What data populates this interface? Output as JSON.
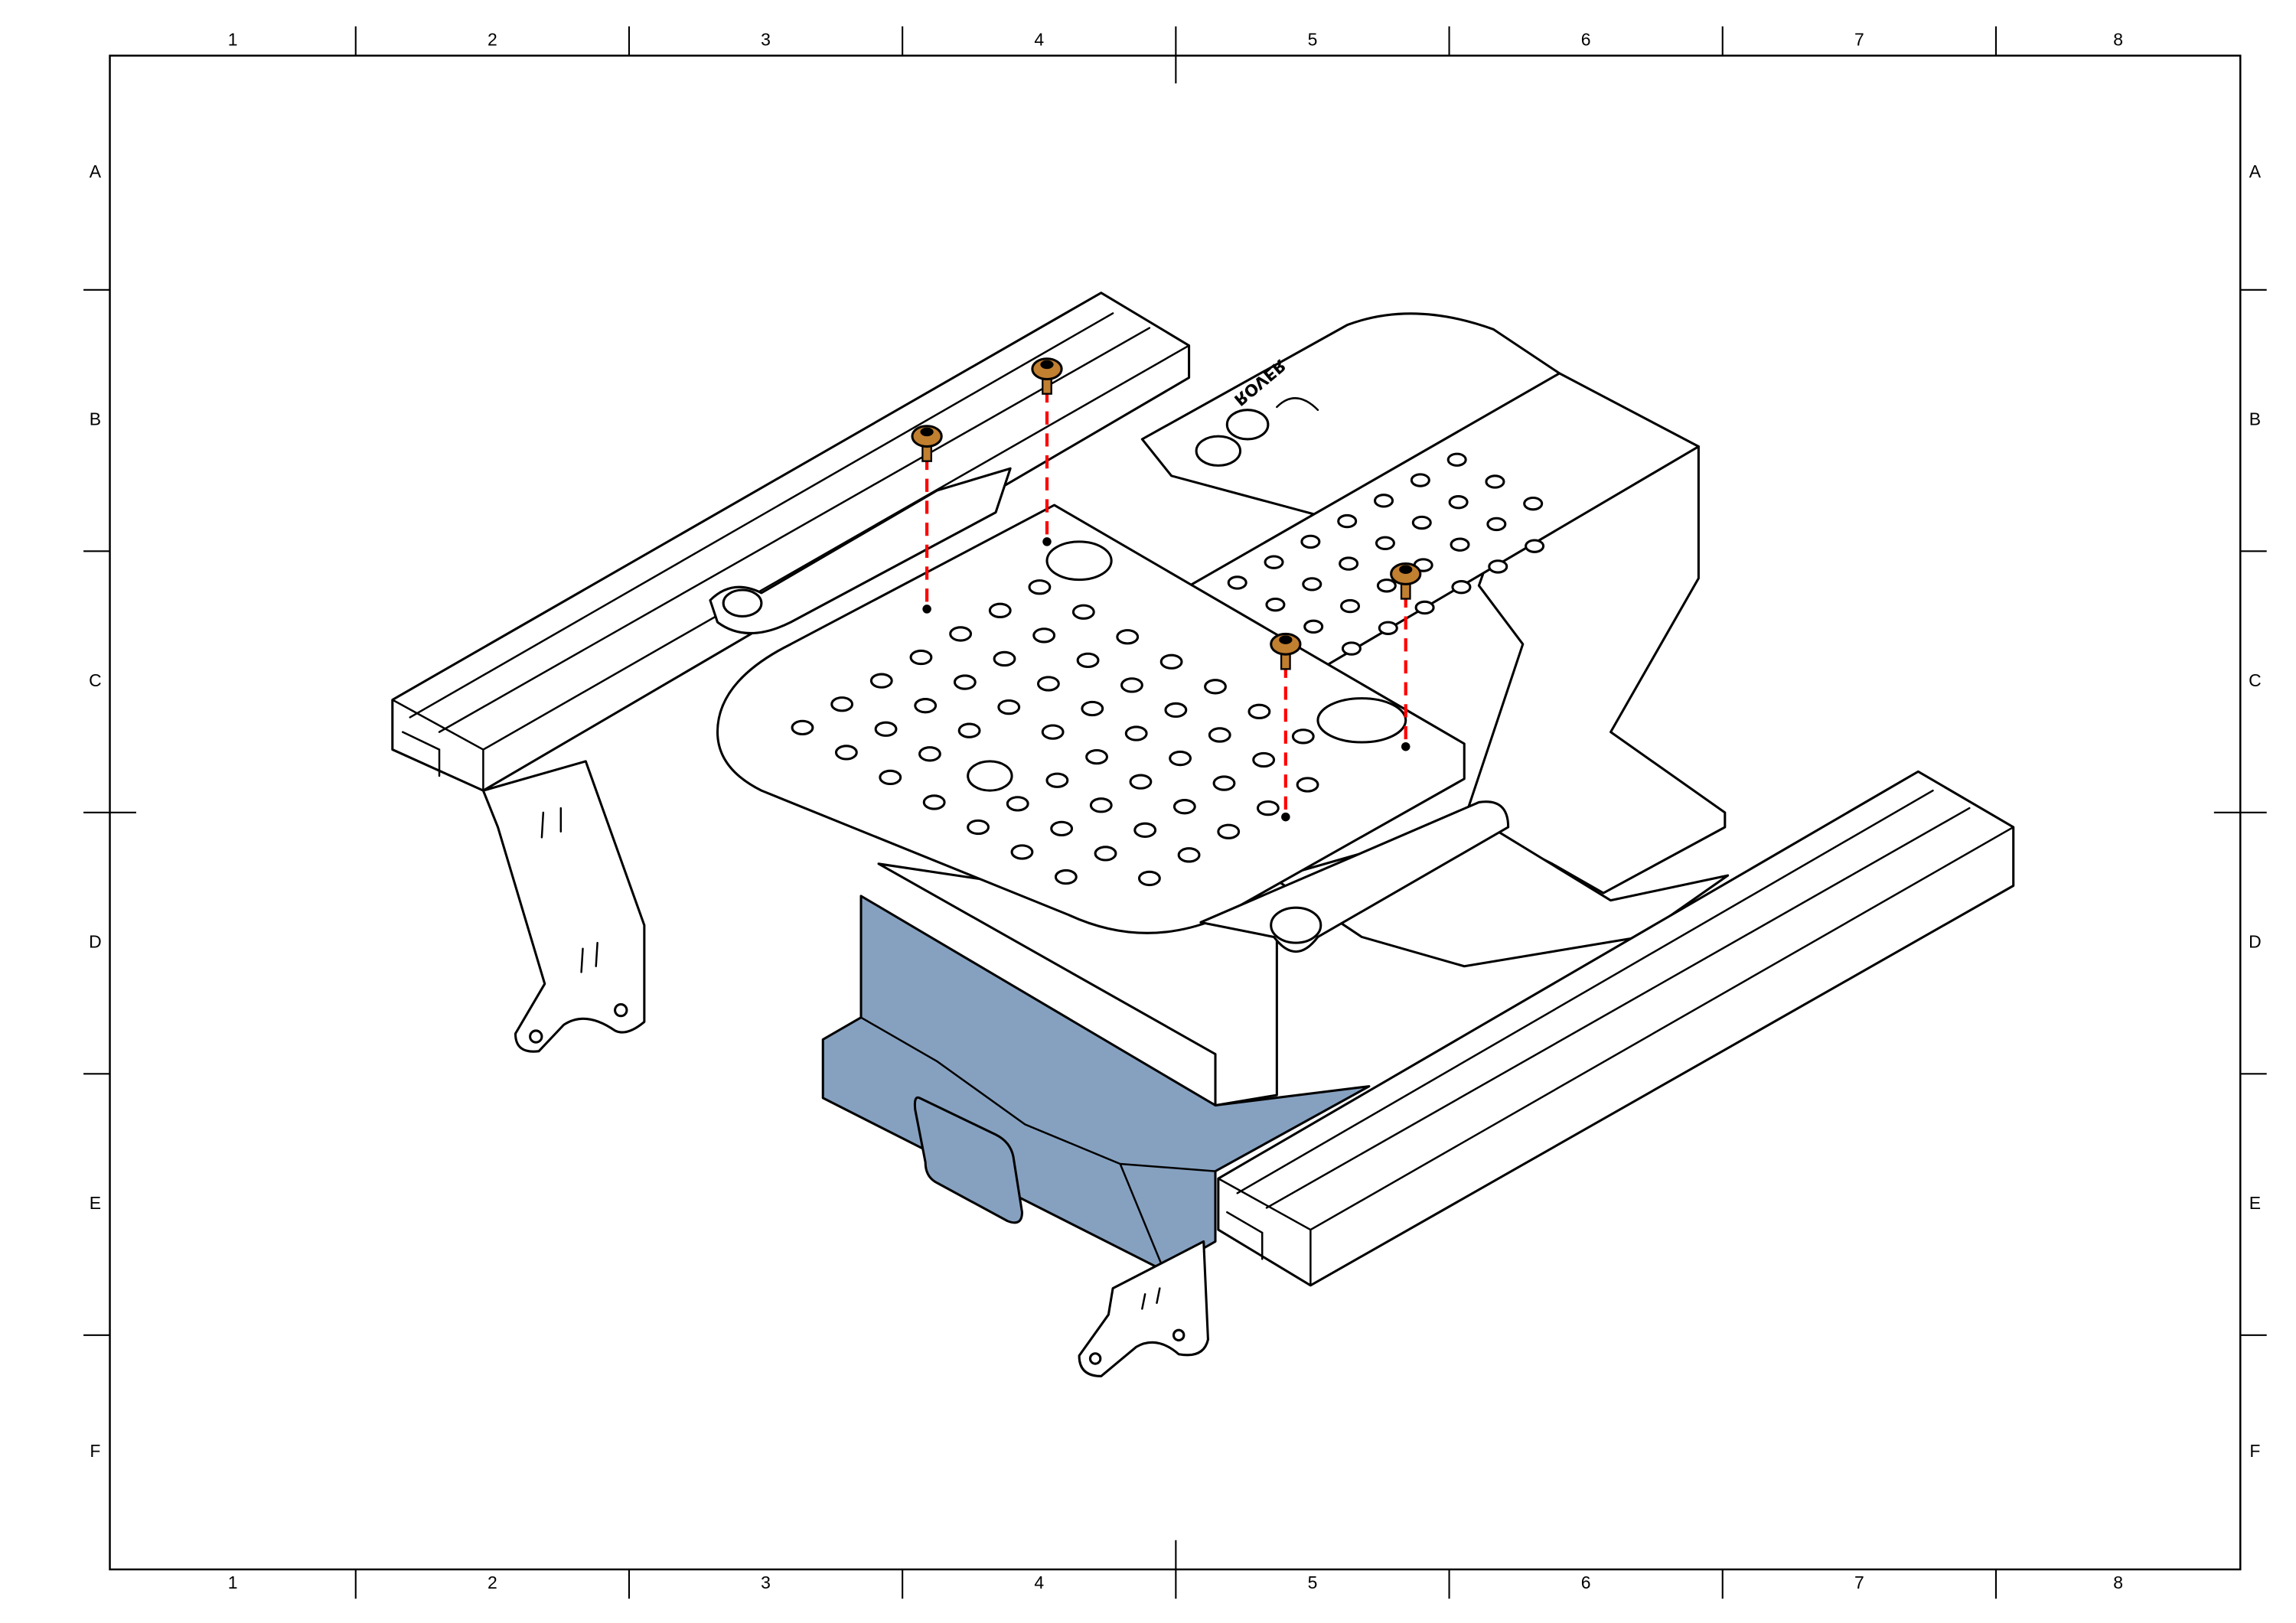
{
  "drawing_frame": {
    "column_labels": [
      "1",
      "2",
      "3",
      "4",
      "5",
      "6",
      "7",
      "8"
    ],
    "row_labels": [
      "A",
      "B",
      "C",
      "D",
      "E",
      "F"
    ]
  },
  "assembly": {
    "logo_text": "ROVER",
    "highlighted_part_color": "#86a1c0",
    "fastener_color": "#c17f30",
    "insertion_path_color": "#ff0000",
    "fastener_count": 4
  }
}
